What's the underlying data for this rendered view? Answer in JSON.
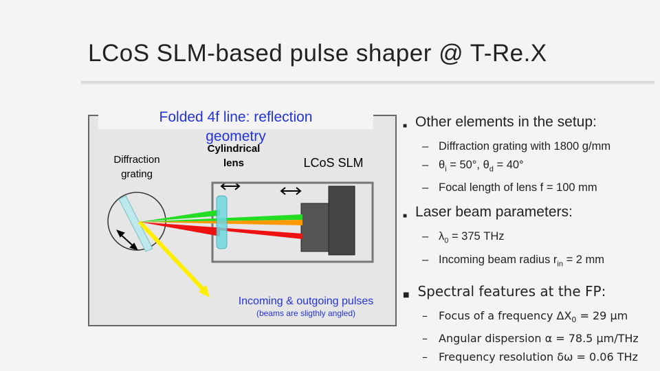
{
  "slide": {
    "title": "LCoS SLM-based pulse shaper @ T-Re.X"
  },
  "diagram": {
    "heading": "Folded 4f line: reflection geometry",
    "heading_line1": "Folded 4f line: reflection",
    "heading_line2": "geometry",
    "grating_label_1": "Diffraction",
    "grating_label_2": "grating",
    "lens_label_1": "Cylindrical",
    "lens_label_2": "lens",
    "slm_label": "LCoS SLM",
    "pulses_label": "Incoming & outgoing pulses",
    "pulses_note": "(beams are sligthly angled)",
    "beam_colors": {
      "green": "#22dd22",
      "orange": "#ff9900",
      "red": "#ee1111",
      "yellow": "#ffee00"
    }
  },
  "bullets": {
    "other_heading": "Other elements in the setup:",
    "other_items": [
      "Diffraction grating with 1800 g/mm",
      "θi = 50°, θd = 40°",
      "Focal length of lens f = 100 mm"
    ],
    "theta_i": "θ",
    "theta_i_sub": "i",
    "theta_i_val": " = 50°, ",
    "theta_d": "θ",
    "theta_d_sub": "d",
    "theta_d_val": " = 40°",
    "laser_heading": "Laser beam parameters:",
    "lambda": "λ",
    "lambda_sub": "0",
    "lambda_val": " = 375 THz",
    "radius_pre": "Incoming beam radius r",
    "radius_sub": "in",
    "radius_val": " = 2 mm",
    "spectral_heading": "Spectral features at the FP:",
    "spectral_items": [
      "Focus of a frequency ΔX0 = 29 μm",
      "Angular dispersion α = 78.5 μm/THz",
      "Frequency resolution δω = 0.06 THz"
    ],
    "focus_pre": "Focus of a frequency ΔX",
    "focus_sub": "0",
    "focus_val": " = 29 μm",
    "angular": "Angular dispersion α = 78.5 μm/THz",
    "resolution": "Frequency resolution δω = 0.06 THz"
  }
}
